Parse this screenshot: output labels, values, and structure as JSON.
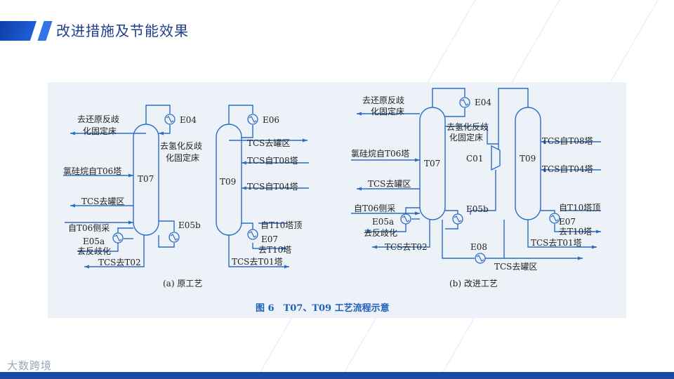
{
  "slide": {
    "title": "改进措施及节能效果",
    "logo": "大数跨境"
  },
  "figure": {
    "caption": "图 6　T07、T09 工艺流程示意",
    "sub_a": "(a) 原工艺",
    "sub_b": "(b) 改进工艺",
    "a": {
      "t07": "T07",
      "t09": "T09",
      "e04": "E04",
      "e06": "E06",
      "e05b": "E05b",
      "e05a": "E05a",
      "e07": "E07",
      "to_reduce_1": "去还原反歧",
      "to_reduce_2": "化固定床",
      "to_hydro_1": "去氢化反歧",
      "to_hydro_2": "化固定床",
      "chlorosilane": "氯硅烷自T06塔",
      "tcs_tank_1": "TCS去罐区",
      "from_t06_side": "自T06侧采",
      "to_dispro": "去反歧化",
      "tcs_t02": "TCS去T02",
      "tcs_tank_t09": "TCS去罐区",
      "tcs_from_t08": "TCS自T08塔",
      "tcs_from_t04": "TCS自T04塔",
      "from_t10_top": "自T10塔顶",
      "to_t10": "去T10塔",
      "tcs_t01": "TCS去T01塔"
    },
    "b": {
      "t07": "T07",
      "t09": "T09",
      "e04": "E04",
      "c01": "C01",
      "e05b": "E05b",
      "e05a": "E05a",
      "e08": "E08",
      "e07": "E07",
      "to_reduce_1": "去还原反歧",
      "to_reduce_2": "化固定床",
      "to_hydro_1": "去氢化反歧",
      "to_hydro_2": "化固定床",
      "chlorosilane": "氯硅烷自T06塔",
      "tcs_tank_1": "TCS去罐区",
      "from_t06_side": "自T06侧采",
      "to_dispro": "去反歧化",
      "tcs_t02": "TCS去T02",
      "tcs_from_t08": "TCS自T08塔",
      "tcs_from_t04": "TCS自T04塔",
      "from_t10_top": "自T10塔顶",
      "to_t10": "去T10塔",
      "tcs_t01": "TCS去T01塔",
      "tcs_tank_bottom": "TCS去罐区"
    }
  }
}
